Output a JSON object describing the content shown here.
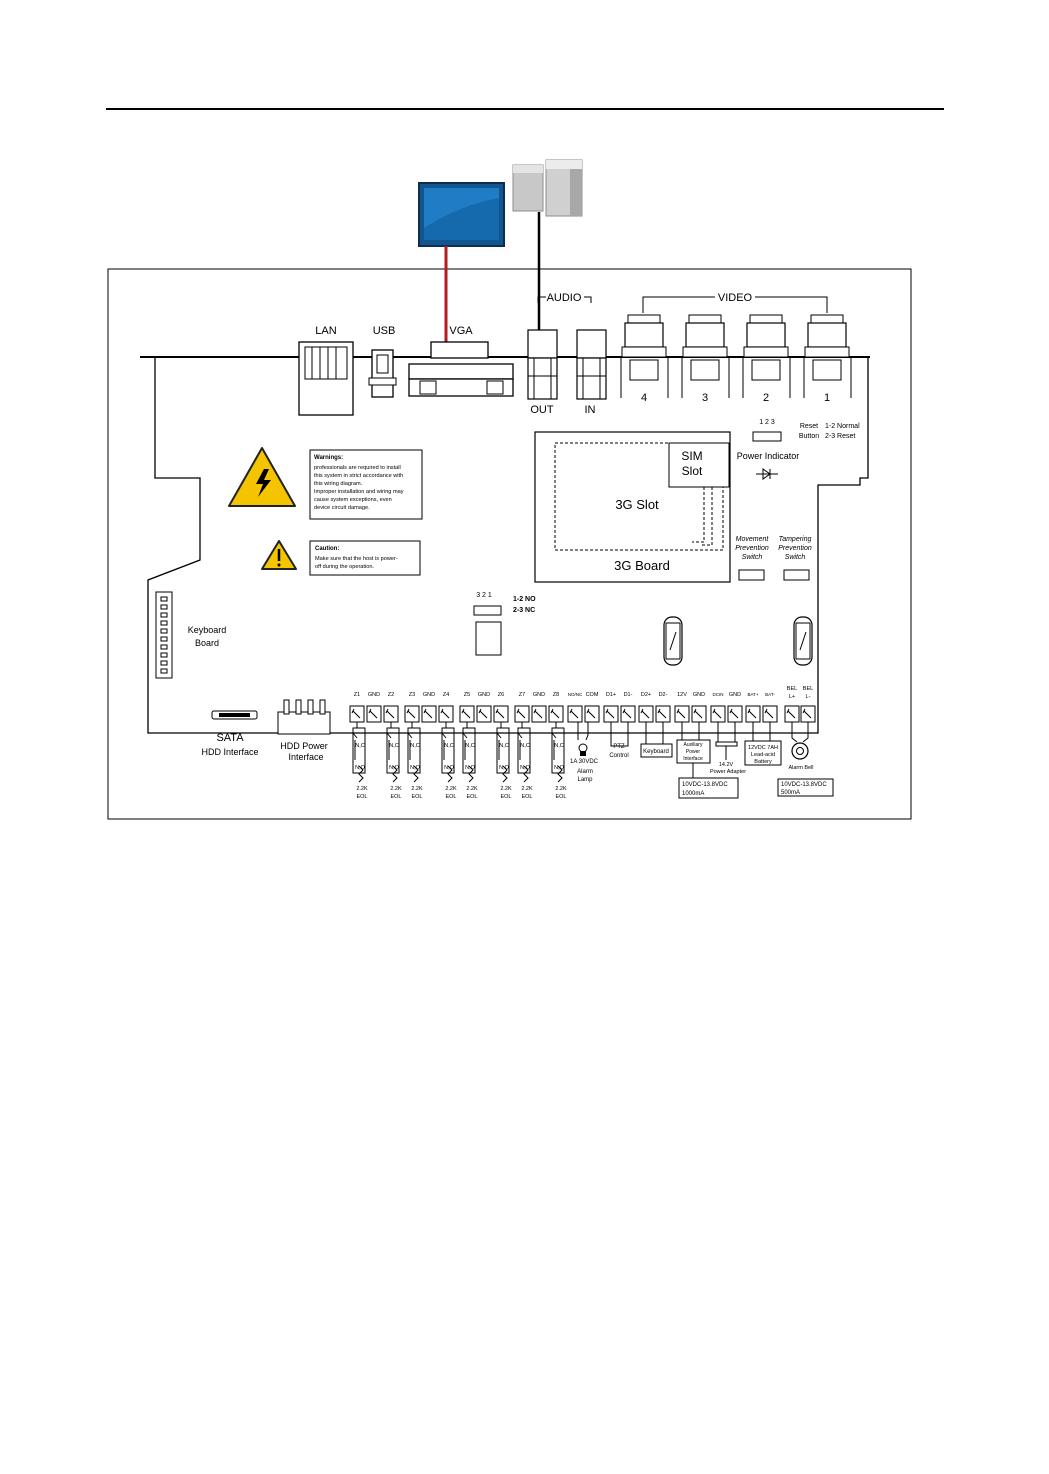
{
  "labels": {
    "lan": "LAN",
    "usb": "USB",
    "vga": "VGA",
    "audio": "AUDIO",
    "video": "VIDEO",
    "out": "OUT",
    "in": "IN",
    "ch4": "4",
    "ch3": "3",
    "ch2": "2",
    "ch1": "1",
    "reset_pins": "1 2 3",
    "reset_button_1": "Reset",
    "reset_button_2": "Button",
    "reset_normal": "1-2 Normal",
    "reset_reset": "2-3 Reset",
    "power_indicator": "Power Indicator",
    "sim_1": "SIM",
    "sim_2": "Slot",
    "g3_slot": "3G Slot",
    "g3_board": "3G Board",
    "movement_1": "Movement",
    "movement_2": "Prevention",
    "movement_3": "Switch",
    "tamper_1": "Tampering",
    "tamper_2": "Prevention",
    "tamper_3": "Switch",
    "jumper_pins": "3 2 1",
    "jumper_no": "1-2 NO",
    "jumper_nc": "2-3 NC",
    "keyboard_board_1": "Keyboard",
    "keyboard_board_2": "Board",
    "sata": "SATA",
    "hdd_interface": "HDD Interface",
    "hdd_power_1": "HDD Power",
    "hdd_power_2": "Interface"
  },
  "warnings_box": {
    "title": "Warnings:",
    "lines": [
      "professionals are required to install",
      "this system in strict accordance with",
      "this wiring diagram.",
      "Improper installation and wiring may",
      "cause system exceptions, even",
      "device circuit damage."
    ]
  },
  "caution_box": {
    "title": "Caution:",
    "lines": [
      "Make sure that the host is power-",
      "off during the operation."
    ]
  },
  "terminals": [
    "Z1",
    "GND",
    "Z2",
    "Z3",
    "GND",
    "Z4",
    "Z5",
    "GND",
    "Z6",
    "Z7",
    "GND",
    "Z8",
    "NO/NC",
    "COM",
    "D1+",
    "D1-",
    "D2+",
    "D2-",
    "12V",
    "GND",
    "DCIN",
    "GND",
    "BAT+",
    "BAT-",
    "BEL L+",
    "BEL L-"
  ],
  "zone_labels": {
    "nc": "N,C",
    "no": "N,O",
    "eol_1": "2.2K",
    "eol_2": "EOL"
  },
  "peripherals": {
    "alarm_lamp_1": "1A 30VDC",
    "alarm_lamp_2": "Alarm",
    "alarm_lamp_3": "Lamp",
    "ptz_1": "PTZ",
    "ptz_2": "Control",
    "keyboard": "Keyboard",
    "aux_1": "Auxiliary",
    "aux_2": "Power",
    "aux_3": "Interface",
    "aux_spec_1": "10VDC-13.8VDC",
    "aux_spec_2": "1000mA",
    "adapter_1": "14.2V",
    "adapter_2": "Power Adapter",
    "battery_1": "12VDC 7AH",
    "battery_2": "Lead-acid",
    "battery_3": "Battery",
    "bell_1": "Alarm Bell",
    "bell_spec_1": "10VDC-13.8VDC",
    "bell_spec_2": "500mA"
  },
  "colors": {
    "vga_cable": "#b01e23",
    "monitor": "#1a6fb5",
    "board_line": "#000000"
  }
}
